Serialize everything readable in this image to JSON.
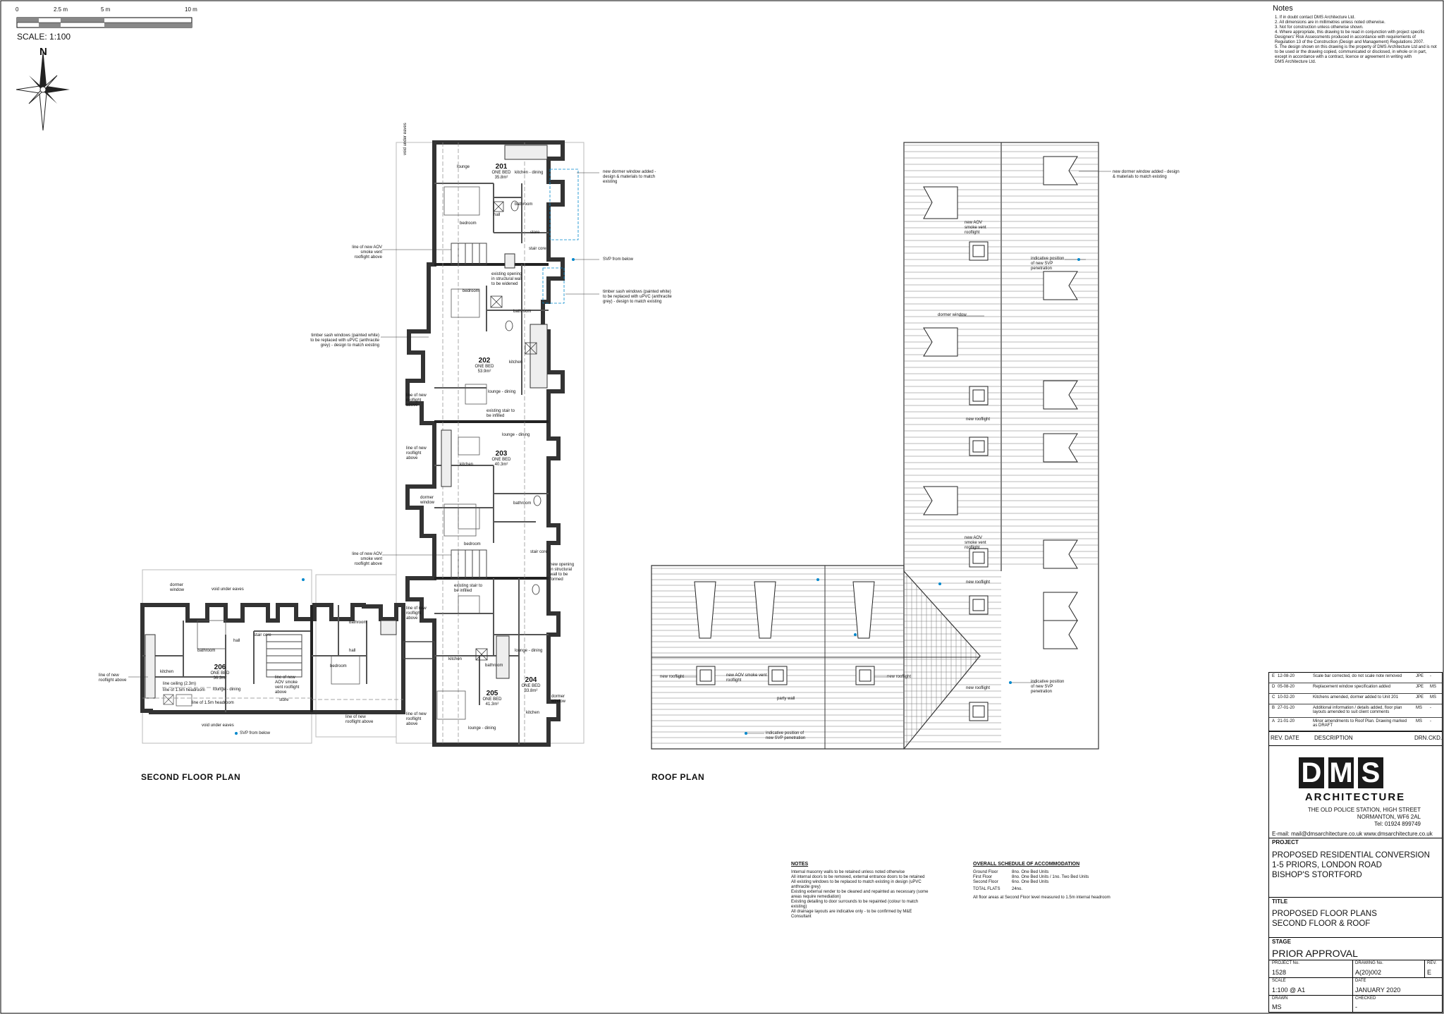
{
  "scale_bar": {
    "ticks": [
      "0",
      "2.5 m",
      "5 m",
      "10 m"
    ],
    "label": "SCALE: 1:100"
  },
  "north": {
    "label": "N"
  },
  "notes_header": {
    "title": "Notes",
    "items": [
      "1. If in doubt contact DMS Architecture Ltd.",
      "2. All dimensions are in millimetres unless noted otherwise.",
      "3. Not for construction unless otherwise shown.",
      "4. Where appropriate, this drawing to be read in conjunction with project specific",
      "   Designers' Risk Assessments produced in accordance with requirements of",
      "   Regulation 13 of the Construction (Design and Management) Regulations 2007.",
      "5. The design shown on this drawing is the property of DMS Architecture Ltd and is not",
      "   to be used or the drawing copied, communicated or disclosed, in whole or in part,",
      "   except in accordance with a contract, licence or agreement in writing with",
      "   DMS Architecture Ltd."
    ]
  },
  "plans": {
    "second_floor_title": "SECOND FLOOR PLAN",
    "roof_title": "ROOF PLAN"
  },
  "units": [
    {
      "no": "201",
      "type": "ONE BED",
      "area": "35.8m²"
    },
    {
      "no": "202",
      "type": "ONE BED",
      "area": "53.9m²"
    },
    {
      "no": "203",
      "type": "ONE BED",
      "area": "40.3m²"
    },
    {
      "no": "204",
      "type": "ONE BED",
      "area": "33.8m²"
    },
    {
      "no": "205",
      "type": "ONE BED",
      "area": "41.3m²"
    },
    {
      "no": "206",
      "type": "ONE BED",
      "area": "36.3m²"
    }
  ],
  "room_labels": {
    "lounge": "lounge",
    "kitchen_dining": "kitchen - dining",
    "bathroom": "bathroom",
    "bedroom": "bedroom",
    "hall": "hall",
    "store": "store",
    "stair_core": "stair core",
    "lounge_dining": "lounge - dining",
    "kitchen": "kitchen",
    "dormer_window": "dormer window",
    "void_under_eaves": "void under eaves"
  },
  "annotations": {
    "aov_1": "line of new AOV smoke vent rooflight above",
    "aov_2": "line of new AOV smoke vent rooflight above",
    "svp_below": "SVP from below",
    "timber_sash_1": "timber sash windows (painted white) to be replaced with uPVC (anthracite grey) - design to match existing",
    "timber_sash_2": "timber sash windows (painted white) to be replaced with uPVC (anthracite grey) - design to match existing",
    "new_dormer": "new dormer window added - design & materials to match existing",
    "existing_opening": "existing opening in structural wall to be widened",
    "new_rooflight_1": "line of new rooflight above",
    "new_rooflight_2": "line of new rooflight above",
    "new_rooflight_3": "line of new rooflight above",
    "existing_stair": "existing stair to be infilled",
    "new_opening": "new opening in structural wall to be formed",
    "line_206_a": "line of new rooflight above",
    "ceiling": "line ceiling (2.3m)",
    "headroom": "line of 1.5m headroom",
    "headroom2": "line of 1.5m headroom",
    "aov_206": "line of new AOV smoke vent rooflight above",
    "svp_206": "SVP from below",
    "rooflight_205": "line of new rooflight above"
  },
  "roof_annotations": {
    "new_dormer": "new dormer window added - design & materials to match existing",
    "aov_a": "new AOV smoke vent rooflight",
    "svp_a": "indicative position of new SVP penetration",
    "dormer": "dormer window",
    "rooflight_a": "new rooflight",
    "aov_b": "new AOV smoke vent rooflight",
    "rooflight_b": "new rooflight",
    "rooflight_c": "new rooflight",
    "svp_b": "indicative position of new SVP penetration",
    "rooflight_left": "new rooflight",
    "aov_left": "new AOV smoke vent rooflight",
    "rooflight_mid": "new rooflight",
    "party_wall": "party wall",
    "svp_left": "indicative position of new SVP penetration"
  },
  "general_notes": {
    "title": "NOTES",
    "items": [
      "Internal masonry walls to be retained unless noted otherwise",
      "All internal doors to be removed, external entrance doors to be retained",
      "All existing windows to be replaced to match existing in design (uPVC anthracite grey)",
      "Existing external render to be cleaned and repainted as necessary (some areas require remediation)",
      "Existing detailing to door surrounds to be repainted (colour to match existing)",
      "All drainage layouts are indicative only - to be confirmed by M&E Consultant"
    ]
  },
  "schedule": {
    "title": "OVERALL SCHEDULE OF ACCOMMODATION",
    "rows": [
      {
        "floor": "Ground Floor",
        "value": "8no. One Bed Units"
      },
      {
        "floor": "First Floor",
        "value": "8no. One Bed Units / 1no. Two Bed Units"
      },
      {
        "floor": "Second Floor",
        "value": "6no. One Bed Units"
      },
      {
        "floor": "TOTAL FLATS",
        "value": "24no."
      }
    ],
    "footnote": "All floor areas at Second Floor level measured to 1.5m internal headroom"
  },
  "revisions": [
    {
      "rev": "E",
      "date": "12-08-20",
      "desc": "Scale bar corrected, do not scale note removed",
      "drn": "JPE",
      "ckd": "-"
    },
    {
      "rev": "D",
      "date": "05-08-20",
      "desc": "Replacement window specification added",
      "drn": "JPE",
      "ckd": "MS"
    },
    {
      "rev": "C",
      "date": "10-02-20",
      "desc": "Kitchens amended, dormer added to Unit 201",
      "drn": "JPE",
      "ckd": "MS"
    },
    {
      "rev": "B",
      "date": "27-01-20",
      "desc": "Additional information / details added, floor plan layouts amended to suit client comments",
      "drn": "MS",
      "ckd": "-"
    },
    {
      "rev": "A",
      "date": "21-01-20",
      "desc": "Minor amendments to Roof Plan. Drawing marked as DRAFT",
      "drn": "MS",
      "ckd": "-"
    }
  ],
  "rev_headers": {
    "rev": "REV.",
    "date": "DATE",
    "desc": "DESCRIPTION",
    "drn": "DRN.",
    "ckd": "CKD."
  },
  "company": {
    "letters": [
      "D",
      "M",
      "S"
    ],
    "name": "ARCHITECTURE",
    "address1": "THE OLD POLICE STATION, HIGH STREET",
    "address2": "NORMANTON, WF6 2AL",
    "tel": "Tel: 01924 899749",
    "contact": "E-mail: mail@dmsarchitecture.co.uk   www.dmsarchitecture.co.uk"
  },
  "project": {
    "label": "PROJECT",
    "line1": "PROPOSED RESIDENTIAL CONVERSION",
    "line2": "1-5 PRIORS, LONDON ROAD",
    "line3": "BISHOP'S STORTFORD"
  },
  "title": {
    "label": "TITLE",
    "line1": "PROPOSED FLOOR PLANS",
    "line2": "SECOND FLOOR & ROOF"
  },
  "stage": {
    "label": "STAGE",
    "value": "PRIOR APPROVAL"
  },
  "meta": {
    "project_no_label": "PROJECT No.",
    "project_no": "1528",
    "drawing_no_label": "DRAWING No.",
    "drawing_no": "A(20)002",
    "rev_label": "REV.",
    "rev": "E",
    "scale_label": "SCALE",
    "scale": "1:100 @ A1",
    "date_label": "DATE",
    "date": "JANUARY 2020",
    "drawn_label": "DRAWN",
    "drawn": "MS",
    "checked_label": "CHECKED",
    "checked": "-"
  }
}
